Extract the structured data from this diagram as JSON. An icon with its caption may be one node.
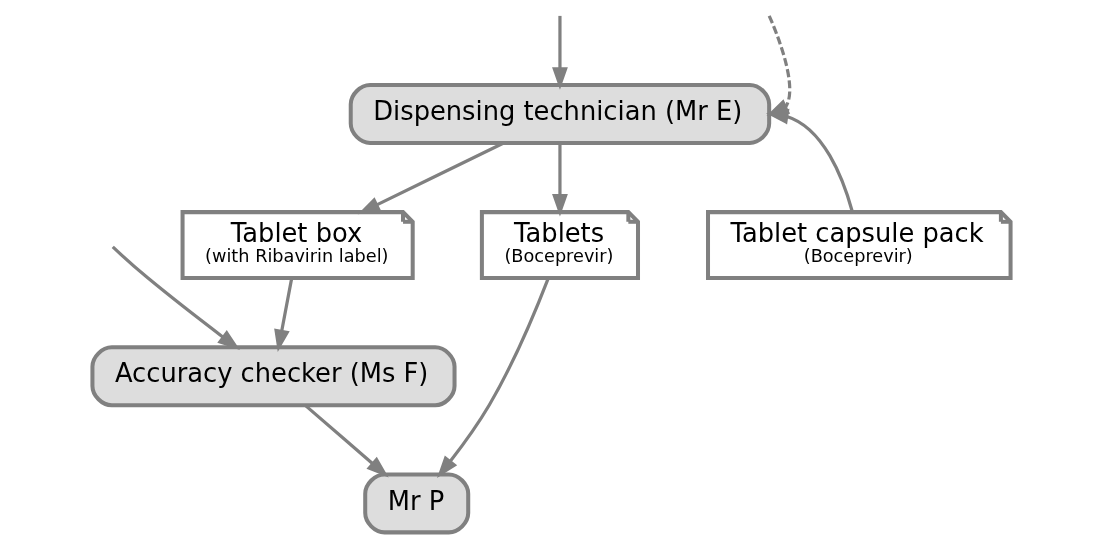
{
  "diagram": {
    "nodes": [
      {
        "text": [
          "Dispensing technician (Mr E)"
        ]
      },
      {
        "text": [
          "Tablet box",
          "(with Ribavirin label)"
        ]
      },
      {
        "text": [
          "Tablets",
          "(Boceprevir)"
        ]
      },
      {
        "text": [
          "Tablet capsule pack",
          "(Boceprevir)"
        ]
      },
      {
        "text": [
          "Accuracy checker (Ms F)"
        ]
      },
      {
        "text": [
          "Mr P"
        ]
      }
    ],
    "edges": [
      {
        "from": null,
        "to": 4,
        "arrow": "to"
      },
      {
        "from": null,
        "to": 0,
        "arrow": "to",
        "style": "dashed"
      },
      {
        "from": null,
        "to": 0,
        "arrow": "to"
      },
      {
        "from": 0,
        "to": 1,
        "arrow": "to"
      },
      {
        "from": 0,
        "to": 2,
        "arrow": "to"
      },
      {
        "from": 3,
        "to": 0,
        "arrow": "to"
      },
      {
        "from": 1,
        "to": 4,
        "arrow": "to"
      },
      {
        "from": 4,
        "to": 5,
        "arrow": "to"
      },
      {
        "from": 2,
        "to": 5,
        "arrow": "to"
      }
    ]
  }
}
